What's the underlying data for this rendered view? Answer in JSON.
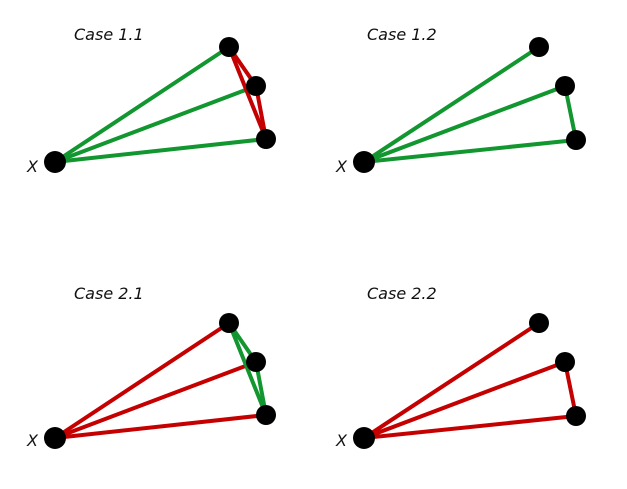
{
  "colors": {
    "green": "#12962f",
    "red": "#c40000",
    "node": "#000000",
    "text": "#111111"
  },
  "panels": [
    {
      "title": "Case 1.1",
      "origin_label": "X",
      "spokes": [
        "green",
        "green",
        "green"
      ],
      "chain": [
        {
          "from": 0,
          "to": 1,
          "color": "red"
        },
        {
          "from": 1,
          "to": 2,
          "color": "red"
        },
        {
          "from": 0,
          "to": 2,
          "color": "red"
        }
      ]
    },
    {
      "title": "Case 1.2",
      "origin_label": "X",
      "spokes": [
        "green",
        "green",
        "green"
      ],
      "chain": [
        {
          "from": 1,
          "to": 2,
          "color": "green"
        }
      ]
    },
    {
      "title": "Case 2.1",
      "origin_label": "X",
      "spokes": [
        "red",
        "red",
        "red"
      ],
      "chain": [
        {
          "from": 0,
          "to": 1,
          "color": "green"
        },
        {
          "from": 1,
          "to": 2,
          "color": "green"
        },
        {
          "from": 0,
          "to": 2,
          "color": "green"
        }
      ]
    },
    {
      "title": "Case 2.2",
      "origin_label": "X",
      "spokes": [
        "red",
        "red",
        "red"
      ],
      "chain": [
        {
          "from": 1,
          "to": 2,
          "color": "red"
        }
      ]
    }
  ]
}
